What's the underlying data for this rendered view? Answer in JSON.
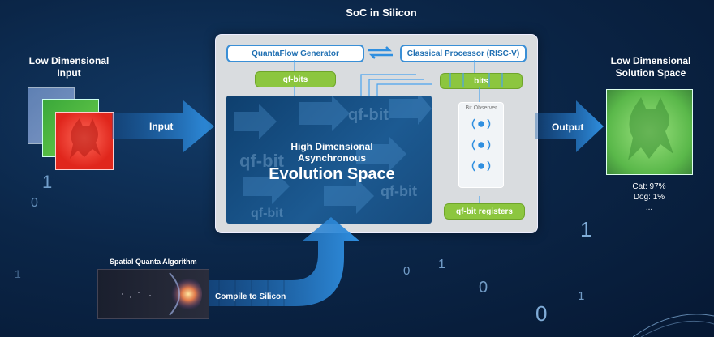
{
  "soc_title": "SoC in Silicon",
  "left": {
    "title_line1": "Low Dimensional",
    "title_line2": "Input"
  },
  "right": {
    "title_line1": "Low Dimensional",
    "title_line2": "Solution Space",
    "result_cat": "Cat: 97%",
    "result_dog": "Dog: 1%",
    "result_more": "..."
  },
  "arrows": {
    "input": "Input",
    "output": "Output",
    "compile": "Compile to Silicon"
  },
  "soc": {
    "generator": "QuantaFlow Generator",
    "processor": "Classical Processor (RISC-V)",
    "qf_bits": "qf-bits",
    "bits": "bits",
    "bit_observer": "Bit Observer",
    "registers": "qf-bit registers",
    "evo_line1": "High Dimensional",
    "evo_line2": "Asynchronous",
    "evo_title": "Evolution Space",
    "watermark": "qf-bit"
  },
  "algorithm": {
    "title": "Spatial Quanta Algorithm"
  },
  "digits": [
    "1",
    "0",
    "1",
    "0",
    "1",
    "0",
    "1",
    "0",
    "1"
  ],
  "colors": {
    "accent_blue": "#2f8fe0",
    "green": "#8cc63f",
    "background": "#0b2648"
  }
}
